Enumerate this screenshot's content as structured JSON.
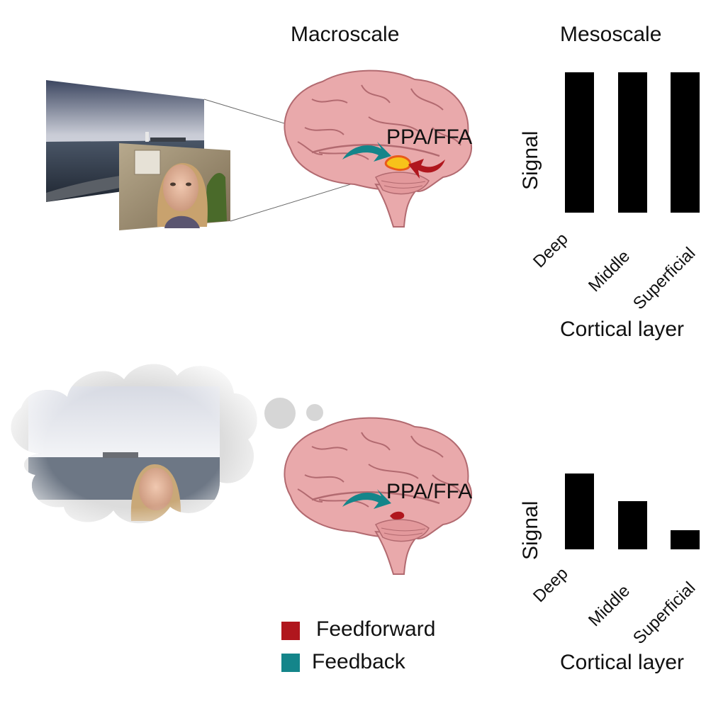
{
  "headers": {
    "macroscale": "Macroscale",
    "mesoscale": "Mesoscale"
  },
  "brain_label": "PPA/FFA",
  "legend": [
    {
      "label": "Feedforward",
      "color": "#b0161d"
    },
    {
      "label": "Feedback",
      "color": "#14858a"
    }
  ],
  "colors": {
    "bar": "#000000",
    "brain": "#e9a9ab",
    "activation": "#f7c21a"
  },
  "chart_data": [
    {
      "type": "bar",
      "categories": [
        "Deep",
        "Middle",
        "Superficial"
      ],
      "values": [
        1,
        1,
        1
      ],
      "ylabel": "Signal",
      "xlabel": "Cortical layer",
      "ylim": [
        0,
        1
      ]
    },
    {
      "type": "bar",
      "categories": [
        "Deep",
        "Middle",
        "Superficial"
      ],
      "values": [
        0.82,
        0.52,
        0.21
      ],
      "ylabel": "Signal",
      "xlabel": "Cortical layer",
      "ylim": [
        0,
        1
      ]
    }
  ]
}
